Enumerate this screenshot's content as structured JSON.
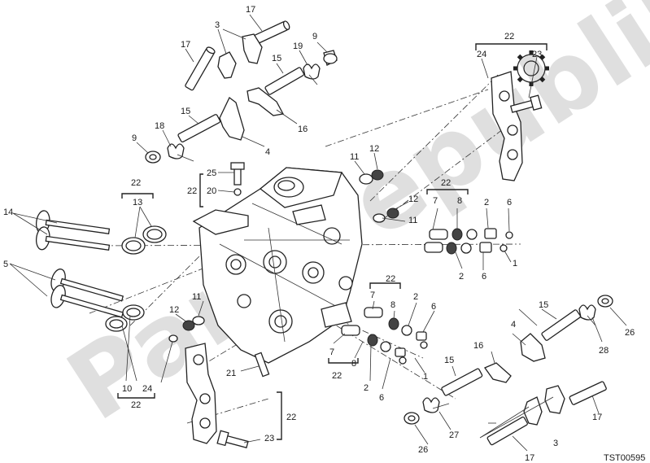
{
  "watermark": "Partsrepublik",
  "drawing_code": "TST00595",
  "gear_icon": "gear-icon",
  "callouts": {
    "n17": "17",
    "n3": "3",
    "n19": "19",
    "n9": "9",
    "n15": "15",
    "n16": "16",
    "n18": "18",
    "n4": "4",
    "n22": "22",
    "n23": "23",
    "n24": "24",
    "n25": "25",
    "n20": "20",
    "n11": "11",
    "n12": "12",
    "n13": "13",
    "n14": "14",
    "n7": "7",
    "n8": "8",
    "n2": "2",
    "n6": "6",
    "n1": "1",
    "n5": "5",
    "n10": "10",
    "n21": "21",
    "n26": "26",
    "n27": "27",
    "n28": "28"
  }
}
